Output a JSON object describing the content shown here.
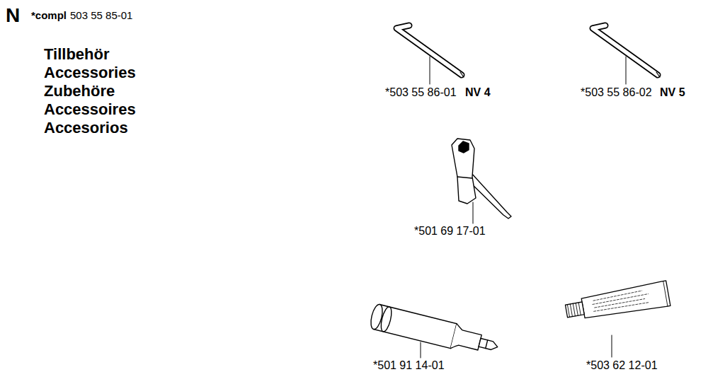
{
  "diagram": {
    "labels": [
      "N",
      "*compl",
      "503 55 85-01",
      "Tillbehör",
      "Accessories",
      "Zubehöre",
      "Accessoires",
      "Accesorios",
      "*503 55 86-01",
      "NV 4",
      "*503 55 86-02",
      "NV 5",
      "*501 69 17-01",
      "*501 91 14-01",
      "*503 62 12-01"
    ]
  }
}
